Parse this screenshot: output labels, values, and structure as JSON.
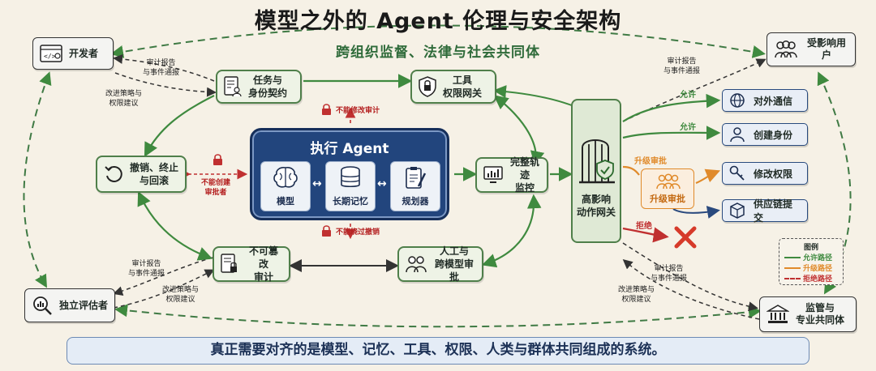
{
  "title": "模型之外的 Agent 伦理与安全架构",
  "subtitle": "跨组织监督、法律与社会共同体",
  "actors": {
    "developer": "开发者",
    "affected_users": "受影响用户",
    "independent_evaluator": "独立评估者",
    "regulator": "监管与\n专业共同体"
  },
  "nodes": {
    "task_contract": "任务与\n身份契约",
    "tool_gateway": "工具\n权限网关",
    "revoke": "撤销、终止\n与回滚",
    "trace_monitor": "完整轨迹\n监控",
    "immutable_audit": "不可篡改\n审计",
    "human_approval": "人工与\n跨模型审批",
    "high_impact_gateway": "高影响\n动作网关"
  },
  "agent": {
    "title": "执行 Agent",
    "modules": [
      "模型",
      "长期记忆",
      "规划器"
    ]
  },
  "constraints": {
    "no_modify_audit": "不能修改审计",
    "no_create_approver": "不能创建\n审批者",
    "no_bypass_revoke": "不能绕过撤销"
  },
  "notes": {
    "audit_report": "审计报告\n与事件通报",
    "improve_policy": "改进策略与\n权限建议"
  },
  "actions": {
    "allowed": [
      "对外通信",
      "创建身份"
    ],
    "escalated": [
      "修改权限",
      "供应链提交"
    ],
    "allow_label": "允许",
    "escalate_label": "升级审批",
    "deny_label": "拒绝",
    "escalate_box": "升级审批"
  },
  "legend": {
    "title": "图例",
    "items": [
      {
        "label": "允许路径",
        "color": "#3f8a3f"
      },
      {
        "label": "升级路径",
        "color": "#e08a2a"
      },
      {
        "label": "拒绝路径",
        "color": "#c03030"
      }
    ]
  },
  "bottom_text": "真正需要对齐的是模型、记忆、工具、权限、人类与群体共同组成的系统。"
}
